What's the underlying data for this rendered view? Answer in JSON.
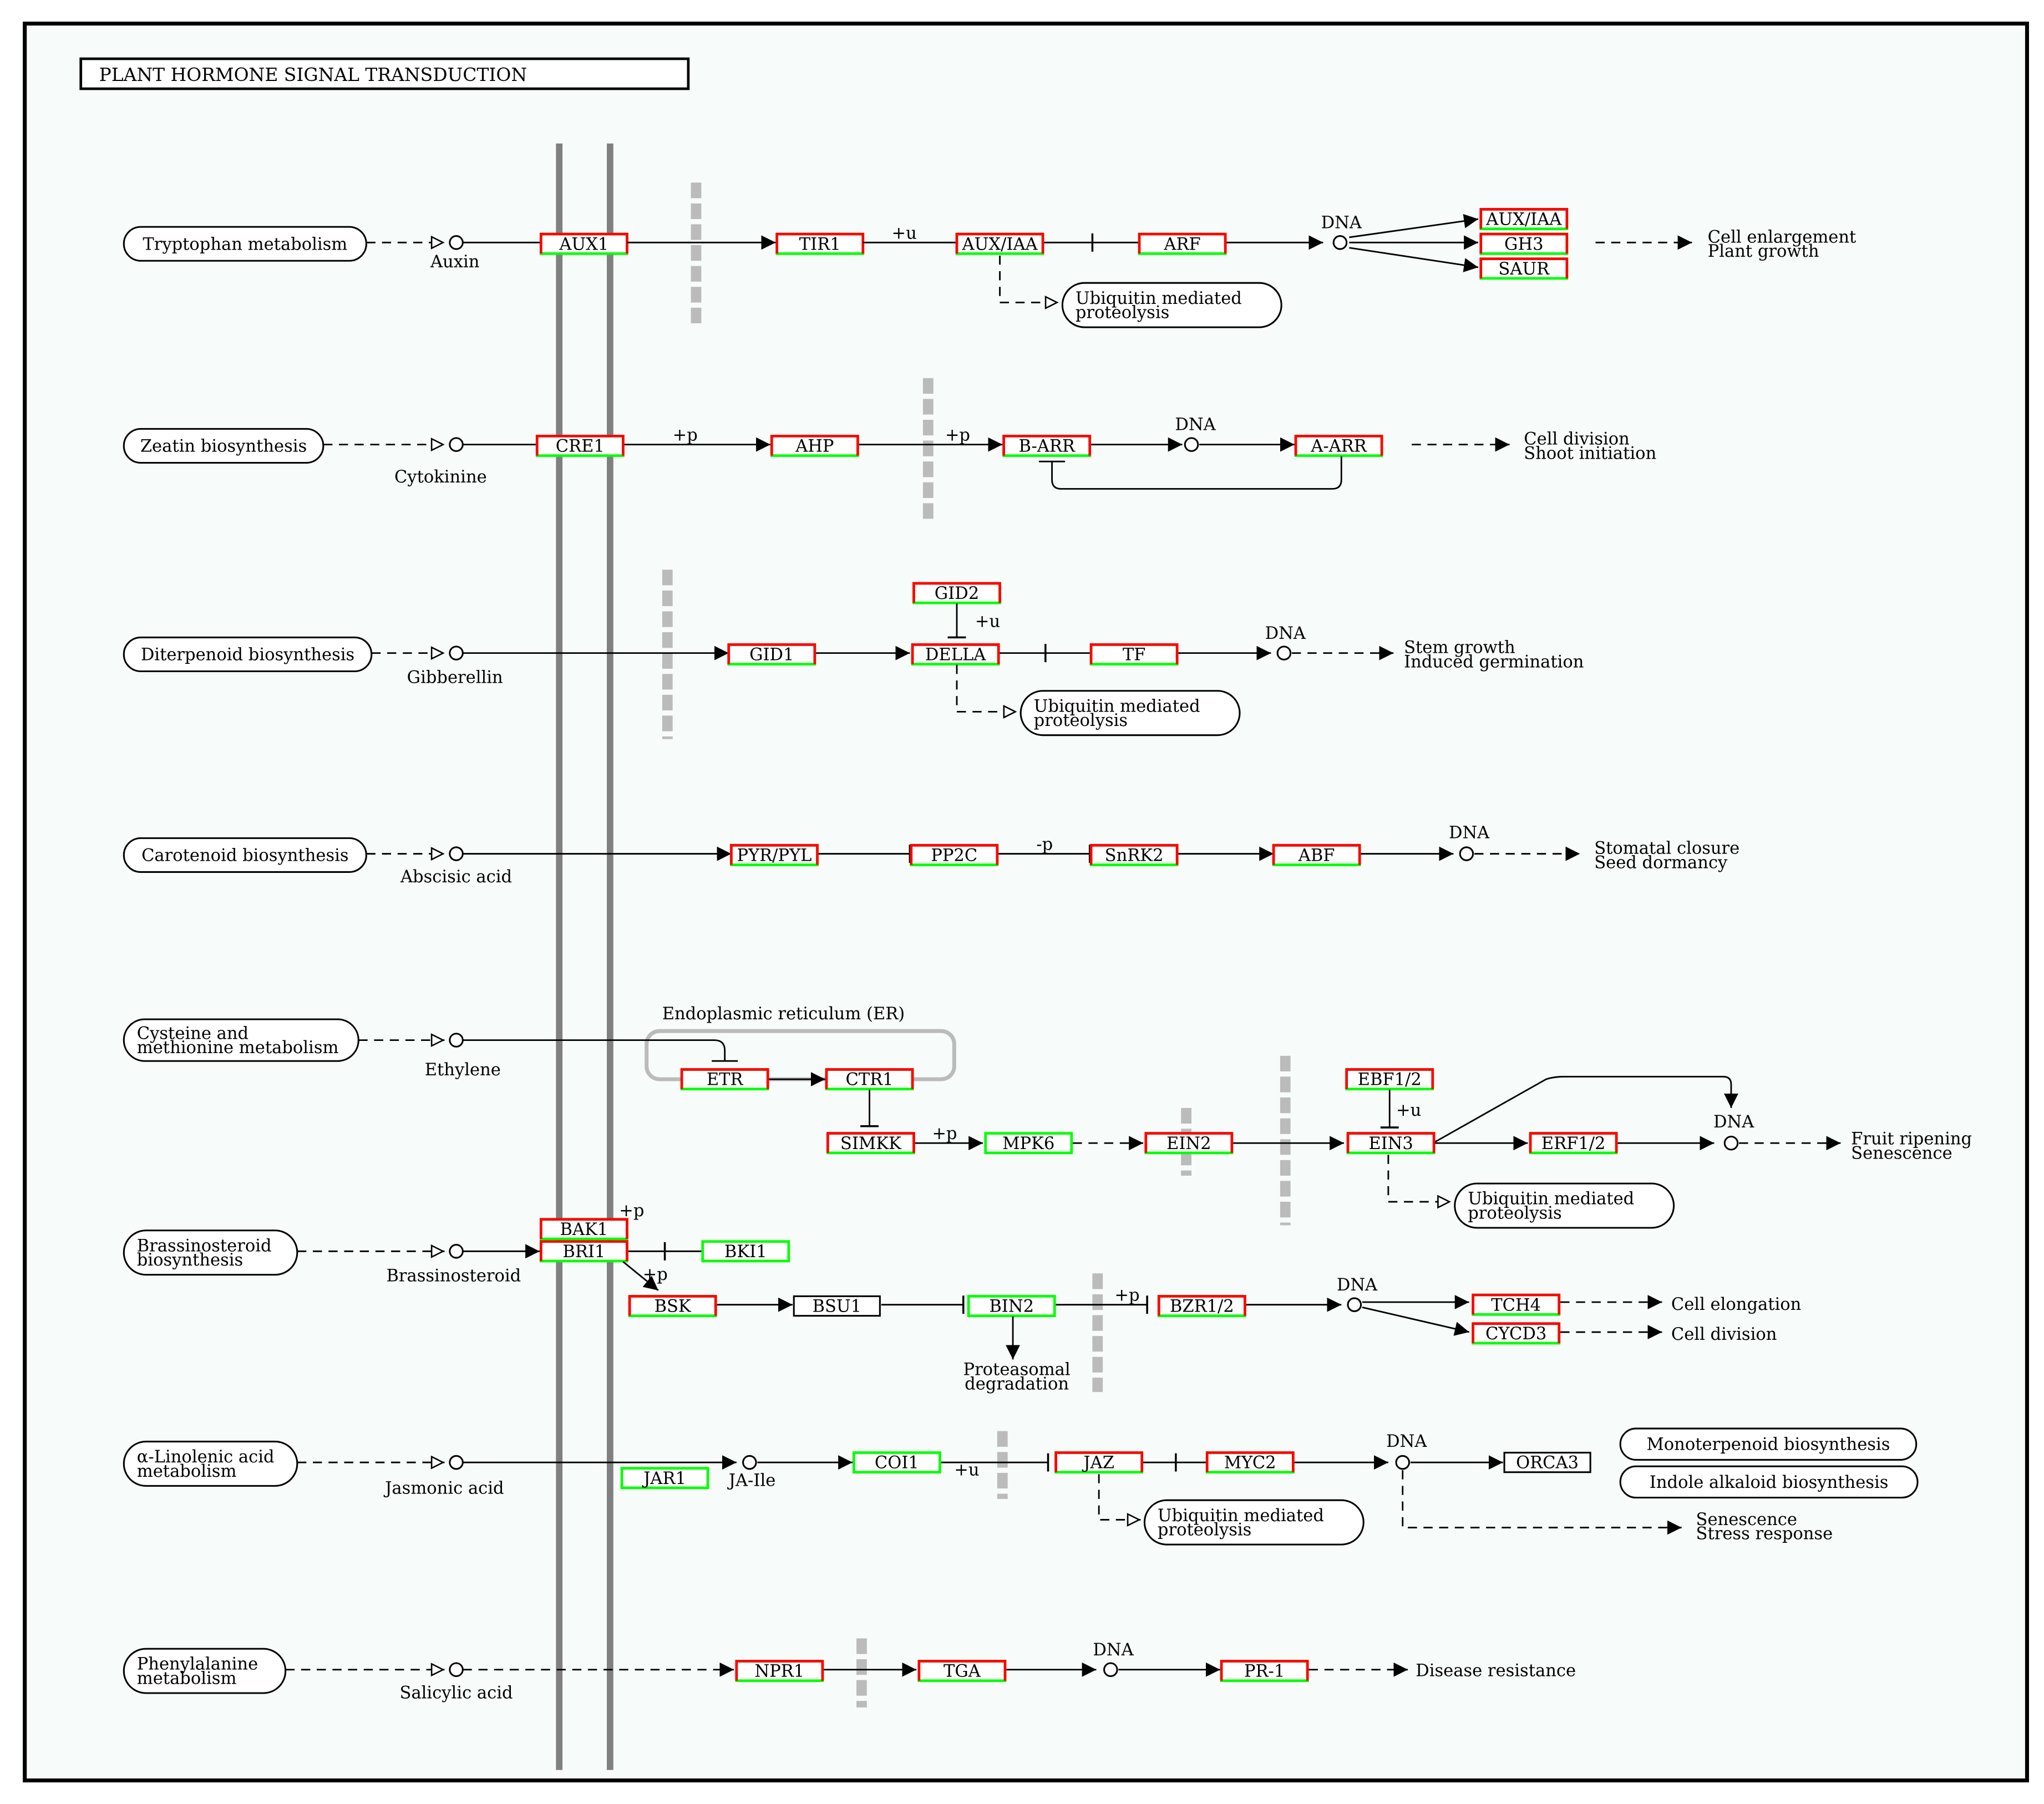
{
  "title": "PLANT HORMONE SIGNAL TRANSDUCTION",
  "colors": {
    "frame": "#000000",
    "membrane": "#808080",
    "dashed_barrier": "#bbbbbb",
    "gene_fill": "#ffffff",
    "gene_border_outer": "#ff0000",
    "gene_border_inner": "#00ff00",
    "background": "#ffffff",
    "panel": "#f7fbf9"
  },
  "pathways": [
    {
      "id": "tryptophan",
      "label": "Tryptophan metabolism"
    },
    {
      "id": "zeatin",
      "label": "Zeatin biosynthesis"
    },
    {
      "id": "diterpenoid",
      "label": "Diterpenoid biosynthesis"
    },
    {
      "id": "carotenoid",
      "label": "Carotenoid biosynthesis"
    },
    {
      "id": "cysteine",
      "label_lines": [
        "Cysteine and",
        "methionine metabolism"
      ]
    },
    {
      "id": "brassinosteroid",
      "label_lines": [
        "Brassinosteroid",
        "biosynthesis"
      ]
    },
    {
      "id": "linolenic",
      "label_lines": [
        "α-Linolenic acid",
        "metabolism"
      ]
    },
    {
      "id": "phenylalanine",
      "label_lines": [
        "Phenylalanine",
        "metabolism"
      ]
    },
    {
      "id": "ubiq1",
      "label_lines": [
        "Ubiquitin mediated",
        "proteolysis"
      ]
    },
    {
      "id": "ubiq2",
      "label_lines": [
        "Ubiquitin mediated",
        "proteolysis"
      ]
    },
    {
      "id": "ubiq3",
      "label_lines": [
        "Ubiquitin mediated",
        "proteolysis"
      ]
    },
    {
      "id": "ubiq4",
      "label_lines": [
        "Ubiquitin mediated",
        "proteolysis"
      ]
    },
    {
      "id": "monoterpenoid",
      "label": "Monoterpenoid biosynthesis"
    },
    {
      "id": "indole",
      "label": "Indole alkaloid biosynthesis"
    }
  ],
  "hormones": [
    {
      "id": "auxin",
      "label": "Auxin"
    },
    {
      "id": "cytokinine",
      "label": "Cytokinine"
    },
    {
      "id": "gibberellin",
      "label": "Gibberellin"
    },
    {
      "id": "abscisic",
      "label": "Abscisic acid"
    },
    {
      "id": "ethylene",
      "label": "Ethylene"
    },
    {
      "id": "brassinosteroid",
      "label": "Brassinosteroid"
    },
    {
      "id": "jasmonic",
      "label": "Jasmonic acid"
    },
    {
      "id": "salicylic",
      "label": "Salicylic acid"
    },
    {
      "id": "jaile",
      "label": "JA-Ile"
    }
  ],
  "genes": [
    {
      "id": "AUX1",
      "label": "AUX1",
      "style": "hl"
    },
    {
      "id": "TIR1",
      "label": "TIR1",
      "style": "hl"
    },
    {
      "id": "AUXIAA",
      "label": "AUX/IAA",
      "style": "hl"
    },
    {
      "id": "ARF",
      "label": "ARF",
      "style": "hl"
    },
    {
      "id": "AUXIAA2",
      "label": "AUX/IAA",
      "style": "hl"
    },
    {
      "id": "GH3",
      "label": "GH3",
      "style": "hl"
    },
    {
      "id": "SAUR",
      "label": "SAUR",
      "style": "hl"
    },
    {
      "id": "CRE1",
      "label": "CRE1",
      "style": "hl"
    },
    {
      "id": "AHP",
      "label": "AHP",
      "style": "hl"
    },
    {
      "id": "BARR",
      "label": "B-ARR",
      "style": "hl"
    },
    {
      "id": "AARR",
      "label": "A-ARR",
      "style": "hl"
    },
    {
      "id": "GID2",
      "label": "GID2",
      "style": "hl"
    },
    {
      "id": "GID1",
      "label": "GID1",
      "style": "hl"
    },
    {
      "id": "DELLA",
      "label": "DELLA",
      "style": "hl"
    },
    {
      "id": "TF",
      "label": "TF",
      "style": "hl"
    },
    {
      "id": "PYR",
      "label": "PYR/PYL",
      "style": "hl"
    },
    {
      "id": "PP2C",
      "label": "PP2C",
      "style": "hl"
    },
    {
      "id": "SnRK2",
      "label": "SnRK2",
      "style": "hl"
    },
    {
      "id": "ABF",
      "label": "ABF",
      "style": "hl"
    },
    {
      "id": "ETR",
      "label": "ETR",
      "style": "hl"
    },
    {
      "id": "CTR1",
      "label": "CTR1",
      "style": "hl"
    },
    {
      "id": "SIMKK",
      "label": "SIMKK",
      "style": "hl"
    },
    {
      "id": "MPK6",
      "label": "MPK6",
      "style": "green"
    },
    {
      "id": "EIN2",
      "label": "EIN2",
      "style": "hl"
    },
    {
      "id": "EBF12",
      "label": "EBF1/2",
      "style": "hl"
    },
    {
      "id": "EIN3",
      "label": "EIN3",
      "style": "hl"
    },
    {
      "id": "ERF12",
      "label": "ERF1/2",
      "style": "hl"
    },
    {
      "id": "BAK1",
      "label": "BAK1",
      "style": "hl"
    },
    {
      "id": "BRI1",
      "label": "BRI1",
      "style": "hl"
    },
    {
      "id": "BKI1",
      "label": "BKI1",
      "style": "green"
    },
    {
      "id": "BSK",
      "label": "BSK",
      "style": "hl"
    },
    {
      "id": "BSU1",
      "label": "BSU1",
      "style": "plain"
    },
    {
      "id": "BIN2",
      "label": "BIN2",
      "style": "green"
    },
    {
      "id": "BZR12",
      "label": "BZR1/2",
      "style": "hl"
    },
    {
      "id": "TCH4",
      "label": "TCH4",
      "style": "hl"
    },
    {
      "id": "CYCD3",
      "label": "CYCD3",
      "style": "hl"
    },
    {
      "id": "JAR1",
      "label": "JAR1",
      "style": "green"
    },
    {
      "id": "COI1",
      "label": "COI1",
      "style": "green"
    },
    {
      "id": "JAZ",
      "label": "JAZ",
      "style": "hl"
    },
    {
      "id": "MYC2",
      "label": "MYC2",
      "style": "hl"
    },
    {
      "id": "ORCA3",
      "label": "ORCA3",
      "style": "plain"
    },
    {
      "id": "NPR1",
      "label": "NPR1",
      "style": "hl"
    },
    {
      "id": "TGA",
      "label": "TGA",
      "style": "hl"
    },
    {
      "id": "PR1",
      "label": "PR-1",
      "style": "hl"
    }
  ],
  "dna_labels": [
    {
      "id": "dna1",
      "label": "DNA"
    },
    {
      "id": "dna2",
      "label": "DNA"
    },
    {
      "id": "dna3",
      "label": "DNA"
    },
    {
      "id": "dna4",
      "label": "DNA"
    },
    {
      "id": "dna5",
      "label": "DNA"
    },
    {
      "id": "dna6",
      "label": "DNA"
    },
    {
      "id": "dna7",
      "label": "DNA"
    },
    {
      "id": "dna8",
      "label": "DNA"
    }
  ],
  "outcomes": [
    {
      "id": "auxin_out",
      "lines": [
        "Cell enlargement",
        "Plant growth"
      ]
    },
    {
      "id": "cyto_out",
      "lines": [
        "Cell division",
        "Shoot initiation"
      ]
    },
    {
      "id": "gib_out",
      "lines": [
        "Stem growth",
        "Induced germination"
      ]
    },
    {
      "id": "aba_out",
      "lines": [
        "Stomatal closure",
        "Seed dormancy"
      ]
    },
    {
      "id": "eth_out",
      "lines": [
        "Fruit ripening",
        "Senescence"
      ]
    },
    {
      "id": "br_out1",
      "lines": [
        "Cell elongation"
      ]
    },
    {
      "id": "br_out2",
      "lines": [
        "Cell division"
      ]
    },
    {
      "id": "ja_out",
      "lines": [
        "Senescence",
        "Stress response"
      ]
    },
    {
      "id": "sa_out",
      "lines": [
        "Disease resistance"
      ]
    },
    {
      "id": "proteasomal",
      "lines": [
        "Proteasomal",
        "degradation"
      ]
    }
  ],
  "annotations": [
    {
      "id": "u1",
      "label": "+u"
    },
    {
      "id": "p1",
      "label": "+p"
    },
    {
      "id": "p2",
      "label": "+p"
    },
    {
      "id": "u2",
      "label": "+u"
    },
    {
      "id": "mp",
      "label": "-p"
    },
    {
      "id": "p3",
      "label": "+p"
    },
    {
      "id": "u3",
      "label": "+u"
    },
    {
      "id": "p4",
      "label": "+p"
    },
    {
      "id": "p5",
      "label": "+p"
    },
    {
      "id": "p6",
      "label": "+p"
    },
    {
      "id": "u4",
      "label": "+u"
    },
    {
      "id": "er",
      "label": "Endoplasmic reticulum (ER)"
    }
  ]
}
